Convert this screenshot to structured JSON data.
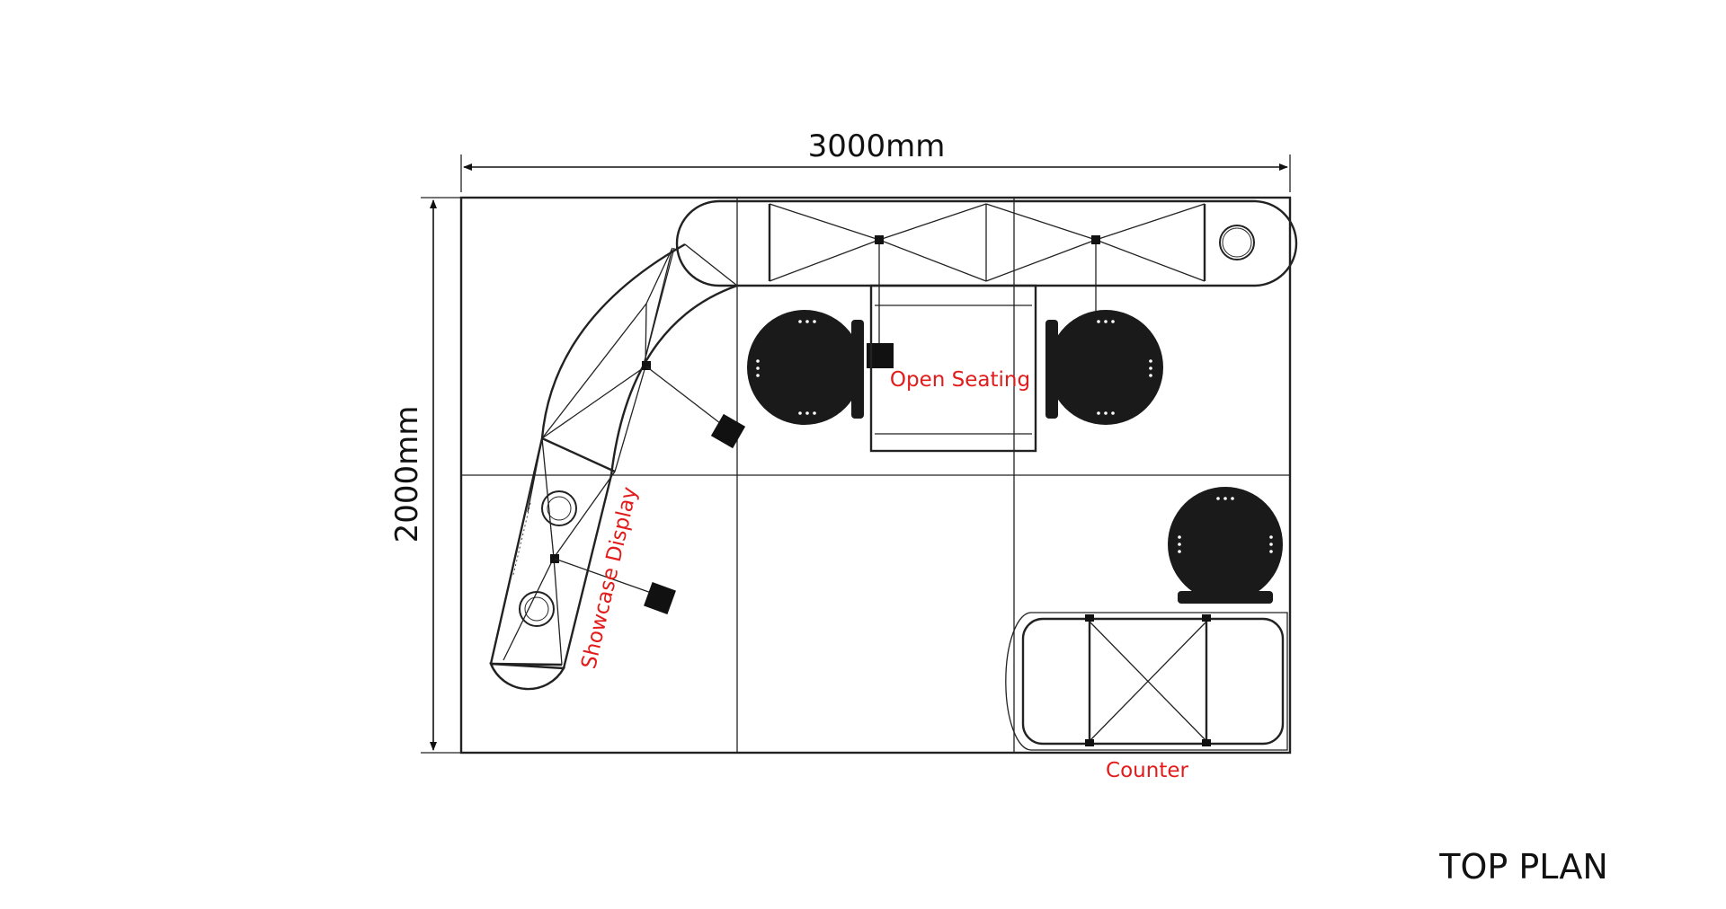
{
  "dimensions": {
    "width_label": "3000mm",
    "height_label": "2000mm"
  },
  "labels": {
    "open_seating": "Open Seating",
    "showcase_display": "Showcase Display",
    "counter": "Counter"
  },
  "title": "TOP PLAN",
  "colors": {
    "label": "#e21b1b",
    "line": "#222222",
    "furniture": "#1a1a1a"
  }
}
